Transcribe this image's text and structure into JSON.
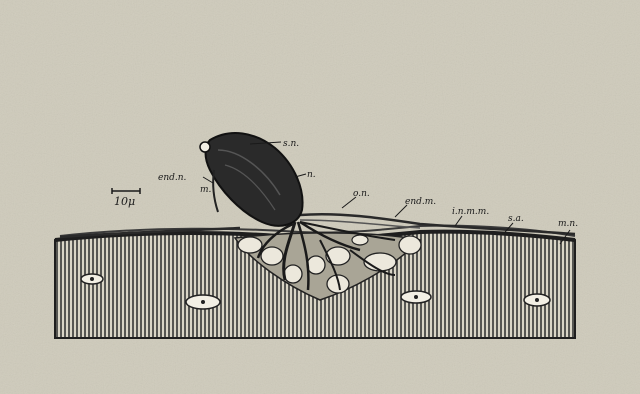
{
  "figure": {
    "scale_bar": "10μ",
    "labels": {
      "sn": "s.n.",
      "n": "n.",
      "endn": "end.n.",
      "m": "m.",
      "on": "o.n.",
      "endm": "end.m.",
      "inmm": "i.n.m.m.",
      "sa": "s.a.",
      "mn": "m.n."
    }
  }
}
